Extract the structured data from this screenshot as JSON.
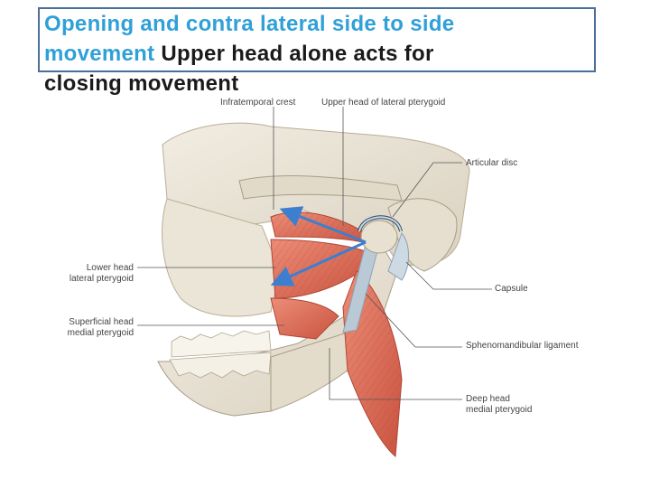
{
  "title": {
    "part1": "Opening   and contra lateral side to side",
    "part2": "movement",
    "part3": "  Upper head alone acts for",
    "part4": "closing movement",
    "accent_color": "#2fa0d8",
    "text_color": "#1a1a1a",
    "box_border_color": "#4a6f9a"
  },
  "diagram": {
    "arrow_color": "#3d7fcf",
    "muscle_color": "#e07560",
    "bone_color": "#e8e2d4",
    "ligament_color": "#b9c9d6",
    "labels": {
      "infratemporal_crest": "Infratemporal crest",
      "upper_head_lateral_pterygoid": "Upper head of lateral pterygoid",
      "articular_disc": "Articular disc",
      "lower_head_l1": "Lower head",
      "lower_head_l2": "lateral pterygoid",
      "capsule": "Capsule",
      "superficial_head_l1": "Superficial head",
      "superficial_head_l2": "medial pterygoid",
      "sphenomandibular_ligament": "Sphenomandibular ligament",
      "deep_head_l1": "Deep head",
      "deep_head_l2": "medial pterygoid"
    }
  }
}
